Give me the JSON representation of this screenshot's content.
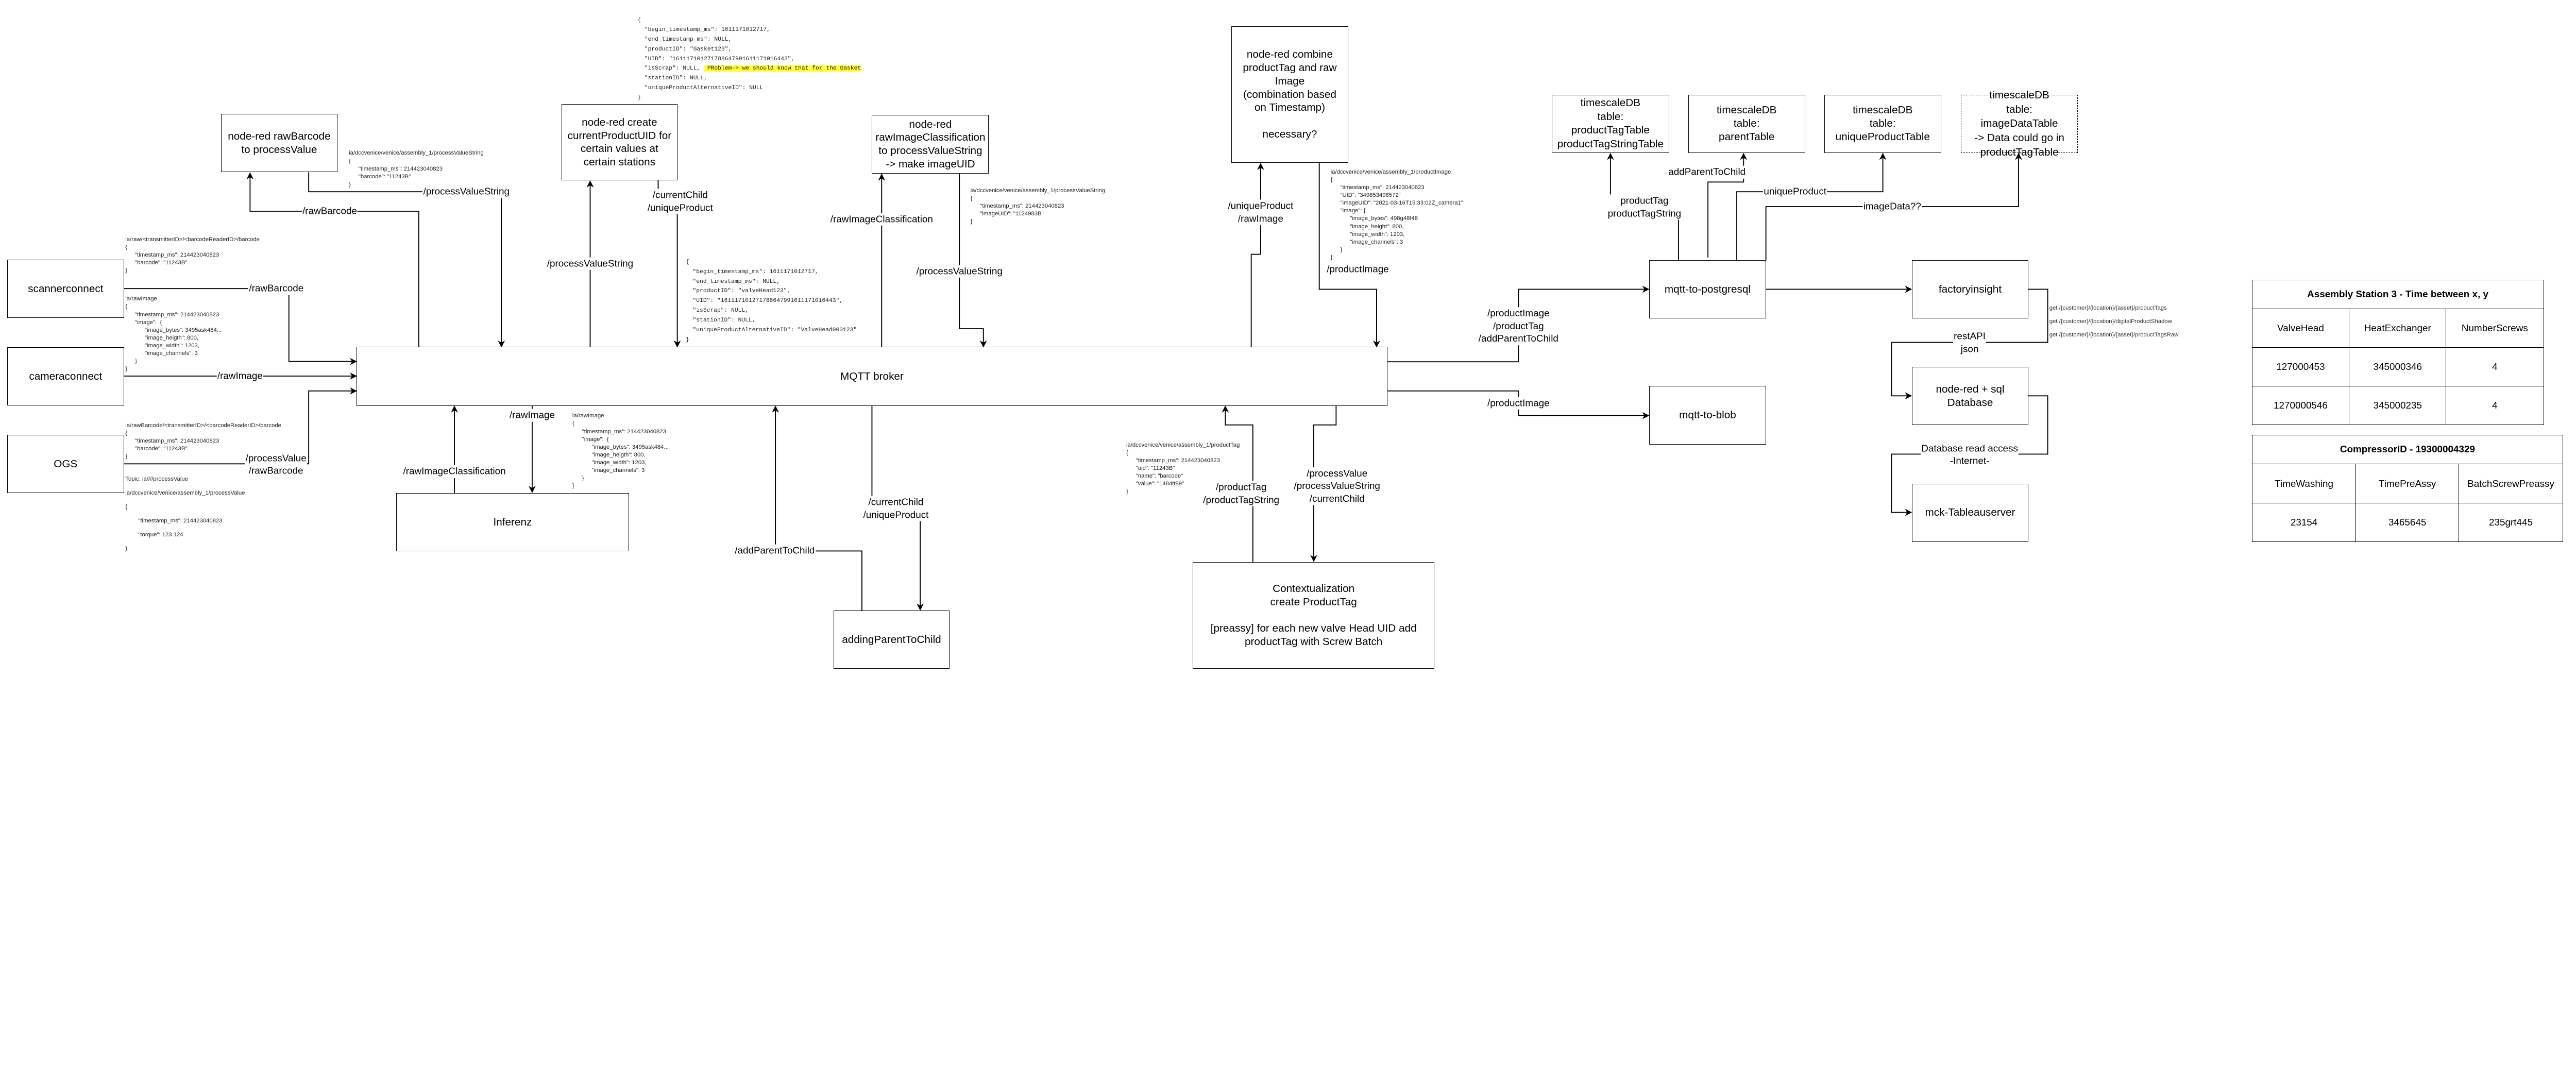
{
  "boxes": {
    "scannerconnect": "scannerconnect",
    "cameraconnect": "cameraconnect",
    "ogs": "OGS",
    "rawbarcode": "node-red rawBarcode\nto processValue",
    "create_uid": "node-red create\ncurrentProductUID for\ncertain values at\ncertain stations",
    "rawimageclass": "node-red\nrawImageClassification\nto processValueString\n-> make imageUID",
    "combine": "node-red combine\nproductTag and raw\nImage\n(combination based\non Timestamp)\n\nnecessary?",
    "mqtt": "MQTT broker",
    "inferenz": "Inferenz",
    "adding_parent": "addingParentToChild",
    "contextualization": "Contextualization\ncreate ProductTag\n\n[preassy] for each new valve Head UID add\nproductTag with Screw Batch",
    "postgres": "mqtt-to-postgresql",
    "blob": "mqtt-to-blob",
    "factoryinsight": "factoryinsight",
    "nodered_sql": "node-red + sql\nDatabase",
    "tableau": "mck-Tableauserver",
    "ts_producttag": "timescaleDB\ntable:\nproductTagTable\nproductTagStringTable",
    "ts_parent": "timescaleDB\ntable:\nparentTable",
    "ts_unique": "timescaleDB\ntable:\nuniqueProductTable",
    "ts_imagedata": "timescaleDB\ntable:\nimageDataTable\n-> Data could go in\nproductTagTable"
  },
  "edge_labels": [
    "/rawBarcode",
    "/processValueString",
    "/rawBarcode",
    "/rawImage",
    "/processValue\n/rawBarcode",
    "/processValueString",
    "/currentChild\n/uniqueProduct",
    "/rawImageClassification",
    "/processValueString",
    "/uniqueProduct\n/rawImage",
    "/productImage",
    "/productImage\n/productTag\n/addParentToChild",
    "/productImage",
    "/addParentToChild",
    "/currentChild\n/uniqueProduct",
    "/rawImage",
    "/rawImageClassification",
    "/productTag\n/productTagString",
    "/processValue\n/processValueString\n/currentChild",
    "productTag\nproductTagString",
    "addParentToChild",
    "uniqueProduct",
    "imageData??",
    "restAPI\njson",
    "Database read access\n-Internet-"
  ],
  "payloads": {
    "scanner_barcode": "ia/raw/<transmitterID>/<barcodeReaderID>/barcode\n{\n      \"timestamp_ms\": 214423040823\n      \"barcode\": \"11243B\"\n}",
    "camera_rawimage": "ia/rawImage\n{\n      \"timestamp_ms\": 214423040823\n      \"image\":  {\n            \"image_bytes\": 3495ask484...\n            \"image_heigth\": 800,\n            \"image_width\": 1203,\n            \"image_channels\": 3\n      }\n}",
    "ogs_barcode": "ia/rawBarcode/<transmitterID>/<barcodeReaderID>/barcode\n{\n      \"timestamp_ms\": 214423040823\n      \"barcode\": \"11243B\"\n}",
    "ogs_topic": "Topic: ia////processValue\n\nia/dccvenice/venice/assembly_1/processValue\n\n{\n\n        \"timestamp_ms\": 214423040823\n\n        \"torque\": 123.124\n\n}",
    "process_value_string": "ia/dccvenice/venice/assembly_1/processValueString\n{\n      \"timestamp_ms\": 214423040823\n      \"barcode\": \"11243B\"\n}",
    "gasket_part1": "{\n  \"begin_timestamp_ms\": 1611171012717,\n  \"end_timestamp_ms\": NULL,\n  \"productID\": \"Gasket123\",\n  \"UID\": \"161117101271788647991611171016443\",\n  \"isScrap\": NULL, ",
    "gasket_note": " PRoblem-> we should know that for the Gasket",
    "gasket_part2": "\n  \"stationID\": NULL,\n  \"uniqueProductAlternativeID\": NULL\n}",
    "valvehead": "{\n  \"begin_timestamp_ms\": 1611171012717,\n  \"end_timestamp_ms\": NULL,\n  \"productID\": \"valveHead123\",\n  \"UID\": \"161117101271788647991611171016443\",\n  \"isScrap\": NULL,\n  \"stationID\": NULL,\n  \"uniqueProductAlternativeID\": \"ValveHead000123\"\n}",
    "image_uid": "ia/dccvenice/venice/assembly_1/processValueString\n{\n      \"timestamp_ms\": 214423040823\n      \"imageUID\": \"1124983B\"\n}",
    "product_image": "ia/dccvenice/venice/assembly_1/productImage\n{\n      \"timestamp_ms\": 214423040823\n      \"UID\": \"349853498572\"\n      \"imageUID\": \"2021-03-16T15:33:02Z_camera1\"\n      \"image\": {\n            \"image_bytes\": 498g48f48\n            \"image_height\": 800,\n            \"image_width\": 1203,\n            \"image_channels\": 3\n      }\n}",
    "inferenz_rawimage": "ia/rawImage\n{\n      \"timestamp_ms\": 214423040823\n      \"image\":  {\n            \"image_bytes\": 3495ask484...\n            \"image_heigth\": 800,\n            \"image_width\": 1203,\n            \"image_channels\": 3\n      }\n}",
    "product_tag": "ia/dccvenice/venice/assembly_1/productTag\n{\n      \"timestamp_ms\": 214423040823\n      \"uid\": \"11243B\"\n      \"name\": \"barcode\"\n      \"value\": \"1484tt89\"\n}",
    "api_endpoints": "get /{customer}/{location}/{asset}/productTags\nget /{customer}/{location}/digitalProductShadow\nget /{customer}/{location}/{asset}/productTagsRaw"
  },
  "tables": [
    {
      "title": "Assembly Station 3 - Time between x, y",
      "headers": [
        "ValveHead",
        "HeatExchanger",
        "NumberScrews"
      ],
      "rows": [
        [
          "127000453",
          "345000346",
          "4"
        ],
        [
          "1270000546",
          "345000235",
          "4"
        ]
      ]
    },
    {
      "title": "CompressorID - 19300004329",
      "headers": [
        "TimeWashing",
        "TimePreAssy",
        "BatchScrewPreassy"
      ],
      "rows": [
        [
          "23154",
          "3465645",
          "235grt445"
        ]
      ]
    }
  ]
}
